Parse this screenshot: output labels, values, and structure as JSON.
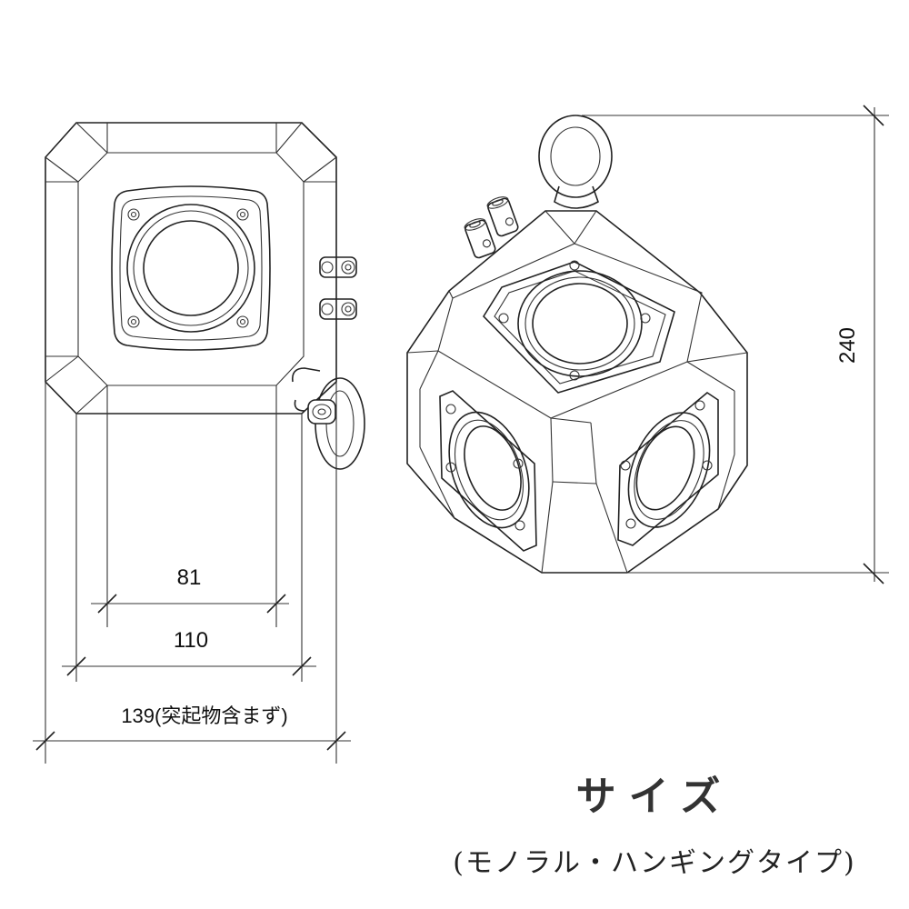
{
  "dimensions": {
    "inner_width": "81",
    "panel_width": "110",
    "total_width": "139(突起物含まず)",
    "height": "240"
  },
  "title": {
    "main": "サイズ",
    "sub": "(モノラル・ハンギングタイプ)"
  }
}
